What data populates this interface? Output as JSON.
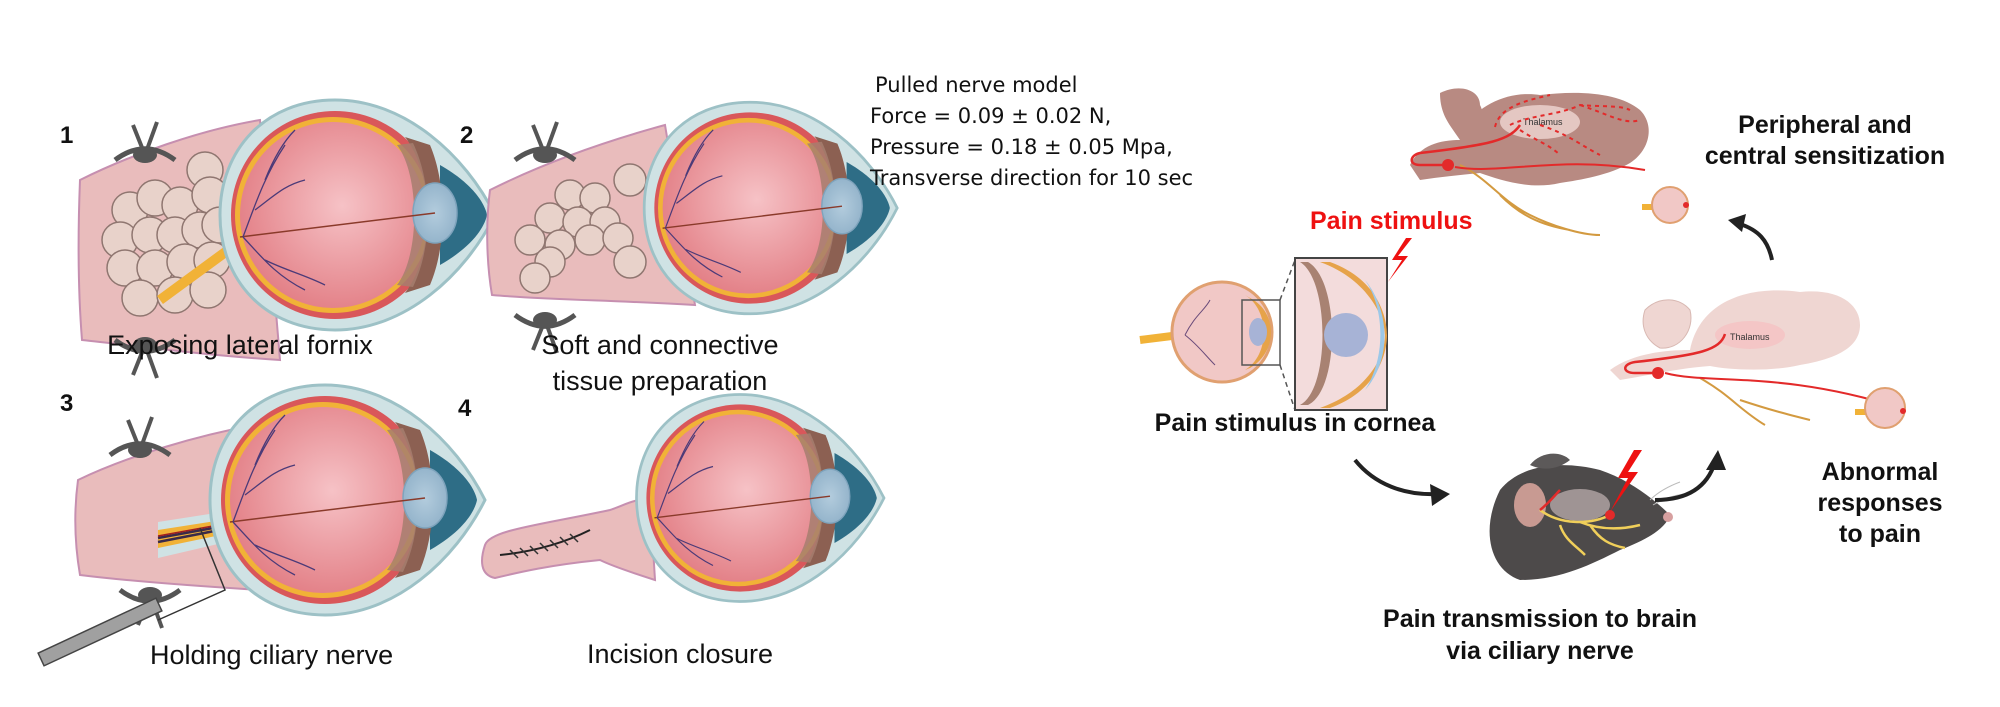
{
  "left_panel": {
    "steps": [
      {
        "number": "1",
        "caption": "Exposing lateral fornix"
      },
      {
        "number": "2",
        "caption_line1": "Soft and connective",
        "caption_line2": "tissue preparation"
      },
      {
        "number": "3",
        "caption": "Holding  ciliary nerve"
      },
      {
        "number": "4",
        "caption": "Incision closure"
      }
    ]
  },
  "model_info": {
    "title": "Pulled nerve model",
    "force": "Force = 0.09 ± 0.02 N,",
    "pressure": "Pressure = 0.18 ± 0.05 Mpa,",
    "direction": "Transverse direction for 10 sec"
  },
  "right_panel": {
    "pain_stimulus_label": "Pain stimulus",
    "cornea_caption": "Pain stimulus in cornea",
    "transmission_line1": "Pain transmission to brain",
    "transmission_line2": "via ciliary nerve",
    "sensitization_line1": "Peripheral and",
    "sensitization_line2": "central sensitization",
    "abnormal_line1": "Abnormal",
    "abnormal_line2": "responses",
    "abnormal_line3": "to pain",
    "thalamus_label": "Thalamus"
  },
  "colors": {
    "accent_red": "#ee1111",
    "tissue_pink": "#e9bcbc",
    "eye_pink": "#e88a8f",
    "nerve_yellow": "#f0b030",
    "brain_brown": "#b88a82",
    "brain_light": "#efd6d2"
  }
}
